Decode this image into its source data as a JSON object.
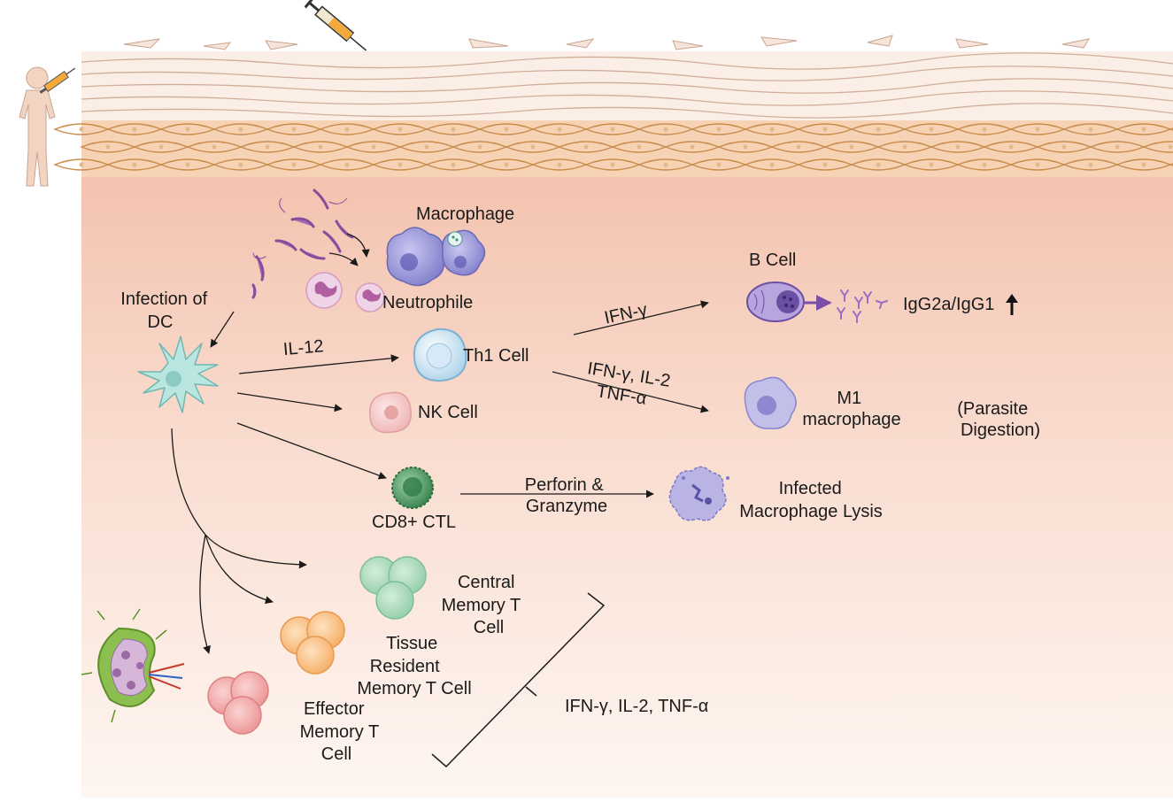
{
  "labels": {
    "macrophage": "Macrophage",
    "neutrophile": "Neutrophile",
    "infection_of_dc": [
      "Infection of",
      "DC"
    ],
    "il12": "IL-12",
    "th1_cell": "Th1 Cell",
    "nk_cell": "NK Cell",
    "cd8_ctl": "CD8+ CTL",
    "b_cell": "B Cell",
    "ifn_gamma": "IFN-γ",
    "igg_ratio": "IgG2a/IgG1",
    "cytokines_th1": [
      "IFN-γ, IL-2",
      "TNF-α"
    ],
    "m1_macrophage": [
      "M1",
      "macrophage"
    ],
    "parasite_digestion": [
      "(Parasite",
      "Digestion)"
    ],
    "perforin_granzyme": [
      "Perforin &",
      "Granzyme"
    ],
    "infected_lysis": [
      "Infected",
      "Macrophage Lysis"
    ],
    "central_memory": [
      "Central",
      "Memory T",
      "Cell"
    ],
    "tissue_resident_memory": [
      "Tissue",
      "Resident",
      "Memory T Cell"
    ],
    "effector_memory": [
      "Effector",
      "Memory T",
      "Cell"
    ],
    "memory_cytokines": "IFN-γ, IL-2, TNF-α"
  },
  "colors": {
    "tissue_top": "#f3c9b6",
    "tissue_bottom": "#fdf4ef",
    "epidermis": "#f6d3b4",
    "epidermis_line": "#c98c4c",
    "parasite": "#8b4a9c",
    "macrophage": "#7a77c8",
    "neutrophil": "#d998c6",
    "dendritic": "#9fdcd6",
    "th1": "#bcd9ee",
    "nk": "#f1c2c2",
    "cd8": "#3f8c55",
    "b_cell": "#6b4fa3",
    "m1": "#9e9ad8",
    "central_memory": "#9fd5b3",
    "tissue_resident": "#f6b46c",
    "effector_memory": "#ef9a9a"
  },
  "icons": [
    "human-body-icon",
    "syringe-icon",
    "parasite-icon",
    "lymph-node-icon",
    "antibody-icon",
    "up-arrow-icon"
  ]
}
